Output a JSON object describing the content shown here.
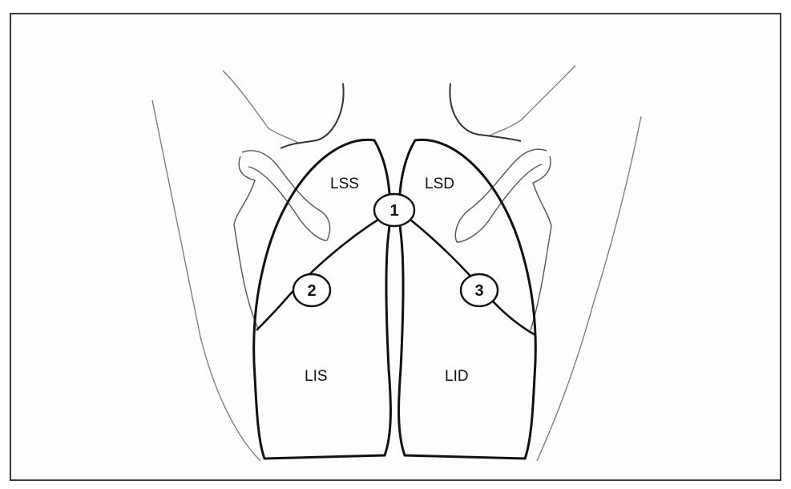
{
  "diagram": {
    "lobes": {
      "left_upper": "LSS",
      "right_upper": "LSD",
      "left_lower": "LIS",
      "right_lower": "LID"
    },
    "markers": [
      "1",
      "2",
      "3"
    ]
  }
}
